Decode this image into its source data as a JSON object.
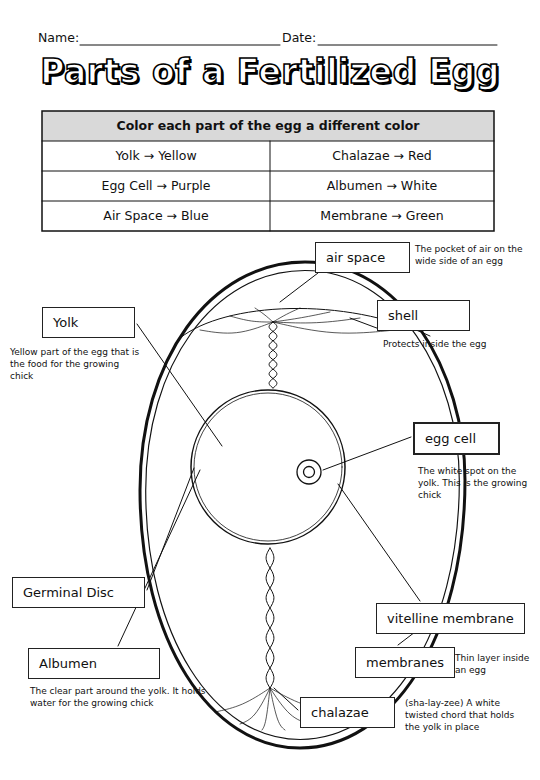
{
  "diagram": {
    "title": "Parts of a Fertilized Egg",
    "nodes": [
      {
        "text": [
          "air space",
          "The pocket of air on the wide side of an egg"
        ]
      },
      {
        "text": [
          "shell",
          "Protects inside the egg"
        ]
      },
      {
        "text": [
          "Yolk",
          "Yellow part of the egg that is the food for the growing chick"
        ]
      },
      {
        "text": [
          "egg cell",
          "The white spot on the yolk. This is the growing chick"
        ]
      },
      {
        "text": [
          "Germinal Disc"
        ]
      },
      {
        "text": [
          "vitelline membrane"
        ]
      },
      {
        "text": [
          "Albumen",
          "The clear part around the yolk. It holds water for the growing chick"
        ]
      },
      {
        "text": [
          "membranes",
          "Thin layer inside an egg"
        ]
      },
      {
        "text": [
          "chalazae",
          "(sha-lay-zee) A white twisted chord that holds the yolk in place"
        ]
      }
    ],
    "labels": [
      "Name:",
      "Date:",
      "Color each part of the egg a different color",
      "Yolk → Yellow",
      "Chalazae → Red",
      "Egg Cell → Purple",
      "Albumen → White",
      "Air Space → Blue",
      "Membrane → Green"
    ]
  }
}
